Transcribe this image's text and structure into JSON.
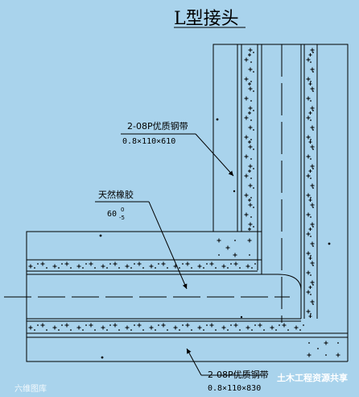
{
  "title": "L型接头",
  "labels": {
    "upper_steel_name": "2-08P优质钢带",
    "upper_steel_size": "0.8×110×610",
    "rubber_name": "天然橡胶",
    "rubber_size": "60",
    "rubber_tol_upper": "0",
    "rubber_tol_lower": "-5",
    "lower_steel_name": "2-08P优质钢带",
    "lower_steel_size": "0.8×110×830"
  },
  "watermarks": {
    "left": "六维图库",
    "right": "土木工程资源共享"
  },
  "colors": {
    "background": "#a9d3ec",
    "line": "#000000",
    "fill": "#a9d3ec"
  }
}
